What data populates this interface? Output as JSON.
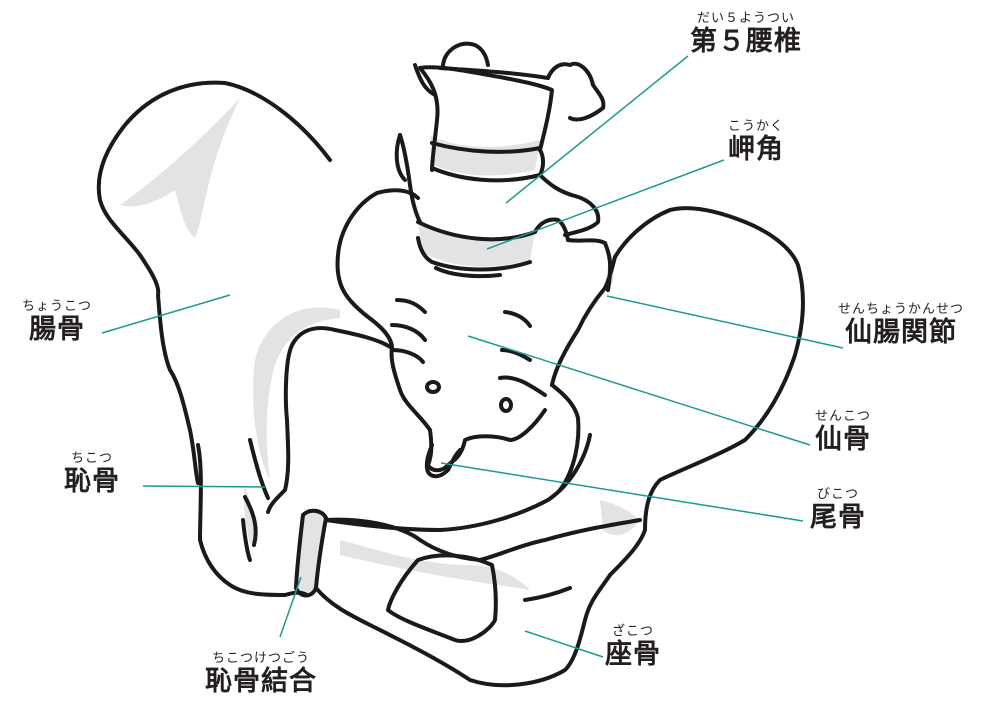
{
  "diagram": {
    "subject": "pelvis and lumbar spine (front view)",
    "colors": {
      "outline": "#1a1a1a",
      "shade": "#e3e3e5",
      "leader_line": "#1f9993",
      "text": "#231f20",
      "background": "#ffffff"
    },
    "labels": [
      {
        "id": "l5",
        "ruby": "だい５ようつい",
        "term": "第５腰椎"
      },
      {
        "id": "promontory",
        "ruby": "こうかく",
        "term": "岬角"
      },
      {
        "id": "ilium",
        "ruby": "ちょうこつ",
        "term": "腸骨"
      },
      {
        "id": "sacroiliac",
        "ruby": "せんちょうかんせつ",
        "term": "仙腸関節"
      },
      {
        "id": "sacrum",
        "ruby": "せんこつ",
        "term": "仙骨"
      },
      {
        "id": "pubis",
        "ruby": "ちこつ",
        "term": "恥骨"
      },
      {
        "id": "coccyx",
        "ruby": "びこつ",
        "term": "尾骨"
      },
      {
        "id": "ischium",
        "ruby": "ざこつ",
        "term": "座骨"
      },
      {
        "id": "symphysis",
        "ruby": "ちこつけつごう",
        "term": "恥骨結合"
      }
    ]
  }
}
